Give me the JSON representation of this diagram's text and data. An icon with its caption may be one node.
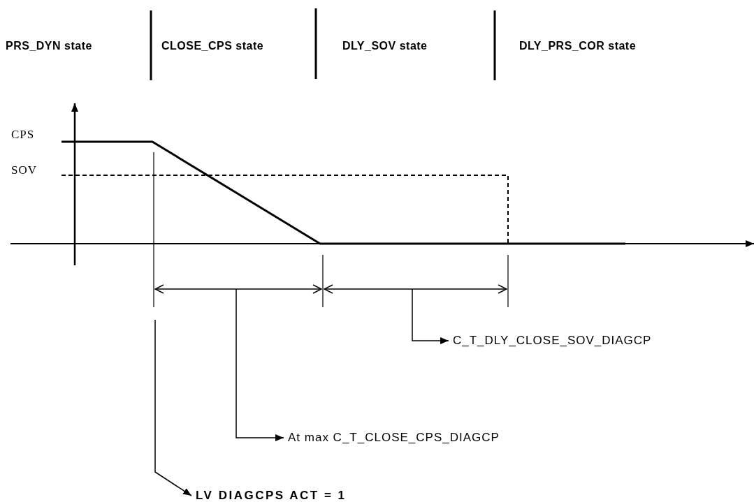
{
  "diagram": {
    "nodes": [
      {
        "text": [
          "C_T_DLY_CLOSE_SOV_DIAGCP"
        ]
      },
      {
        "text": [
          "At max C_T_CLOSE_CPS_DIAGCP"
        ]
      },
      {
        "text": [
          "LV DIAGCPS ACT = 1"
        ]
      }
    ],
    "edges": [
      {
        "from": null,
        "to": 0,
        "arrow": "to"
      },
      {
        "from": null,
        "to": 1,
        "arrow": "to"
      },
      {
        "from": null,
        "to": 2,
        "arrow": "to"
      }
    ],
    "labels": [
      "PRS_DYN state",
      "CLOSE_CPS state",
      "DLY_SOV state",
      "DLY_PRS_COR state",
      "CPS",
      "SOV"
    ]
  }
}
